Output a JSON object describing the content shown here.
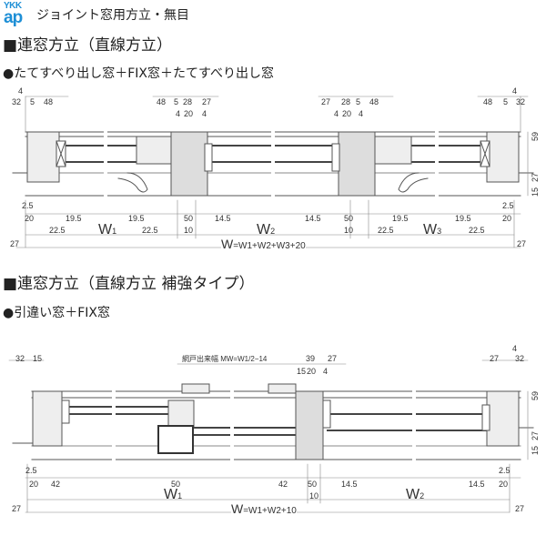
{
  "header": {
    "logo_top": "YKK",
    "logo_bottom": "ap",
    "title": "ジョイント窓用方立・無目"
  },
  "section1": {
    "heading": "■連窓方立（直線方立）",
    "subheading": "●たてすべり出し窓＋FIX窓＋たてすべり出し窓",
    "dims": [
      "4",
      "32",
      "5",
      "48",
      "48",
      "5",
      "28",
      "27",
      "4",
      "20",
      "4",
      "27",
      "28",
      "5",
      "48",
      "4",
      "20",
      "4",
      "48",
      "5",
      "32",
      "4",
      "59",
      "27",
      "15",
      "2.5",
      "20",
      "19.5",
      "19.5",
      "50",
      "14.5",
      "14.5",
      "50",
      "19.5",
      "19.5",
      "20",
      "2.5",
      "22.5",
      "22.5",
      "10",
      "10",
      "22.5",
      "22.5",
      "27",
      "27"
    ],
    "widths": [
      {
        "main": "W",
        "sub": "1"
      },
      {
        "main": "W",
        "sub": "2"
      },
      {
        "main": "W",
        "sub": "3"
      }
    ],
    "formula": {
      "main": "W",
      "rest": "=W1+W2+W3+20"
    }
  },
  "section2": {
    "heading": "■連窓方立（直線方立 補強タイプ）",
    "subheading": "●引違い窓＋FIX窓",
    "dims": [
      "32",
      "15",
      "網戸出来幅 MW=W1/2−14",
      "39",
      "27",
      "15",
      "20",
      "4",
      "27",
      "32",
      "4",
      "59",
      "27",
      "15",
      "2.5",
      "20",
      "42",
      "50",
      "42",
      "50",
      "14.5",
      "14.5",
      "20",
      "2.5",
      "10",
      "27",
      "27"
    ],
    "widths": [
      {
        "main": "W",
        "sub": "1"
      },
      {
        "main": "W",
        "sub": "2"
      }
    ],
    "formula": {
      "main": "W",
      "rest": "=W1+W2+10"
    }
  }
}
